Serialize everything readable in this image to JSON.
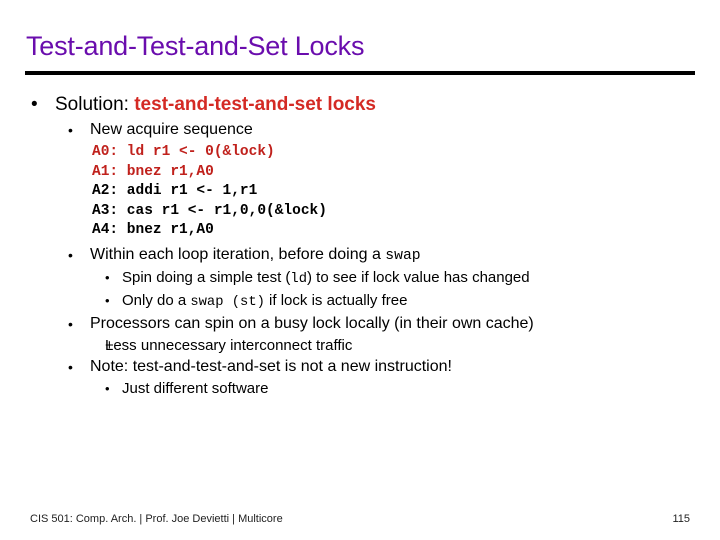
{
  "slide": {
    "title": "Test-and-Test-and-Set Locks",
    "accent_color": "#6a0dad",
    "highlight_color": "#d42a24",
    "code_red_color": "#c0211c",
    "background_color": "#ffffff"
  },
  "bullets": {
    "solution_label": "Solution:",
    "solution_emphasis": "test-and-test-and-set locks",
    "new_acquire_sequence": "New acquire sequence",
    "within_loop_prefix": "Within each loop iteration, before doing a ",
    "within_loop_code": "swap",
    "spin_prefix": "Spin doing a simple test (",
    "spin_code": "ld",
    "spin_suffix": ") to see if lock value has changed",
    "only_do_prefix": "Only do a ",
    "only_do_code": "swap (st)",
    "only_do_suffix": " if lock is actually free",
    "processors_spin": "Processors can spin on a busy lock locally (in their own cache)",
    "less_traffic": "Less unnecessary interconnect traffic",
    "note_line": "Note: test-and-test-and-set is not a new instruction!",
    "just_different_software": "Just different software"
  },
  "markers": {
    "bullet_round": "•",
    "plus": "+"
  },
  "code": {
    "lines": [
      {
        "text": "A0: ld r1 <- 0(&lock)",
        "color": "red"
      },
      {
        "text": "A1: bnez r1,A0",
        "color": "red"
      },
      {
        "text": "A2: addi r1 <- 1,r1",
        "color": "black"
      },
      {
        "text": "A3: cas r1 <- r1,0,0(&lock)",
        "color": "black"
      },
      {
        "text": "A4: bnez r1,A0",
        "color": "black"
      }
    ]
  },
  "footer": {
    "course": "CIS 501: Comp. Arch.  |  Prof. Joe Devietti  |  Multicore",
    "page_number": "115"
  }
}
